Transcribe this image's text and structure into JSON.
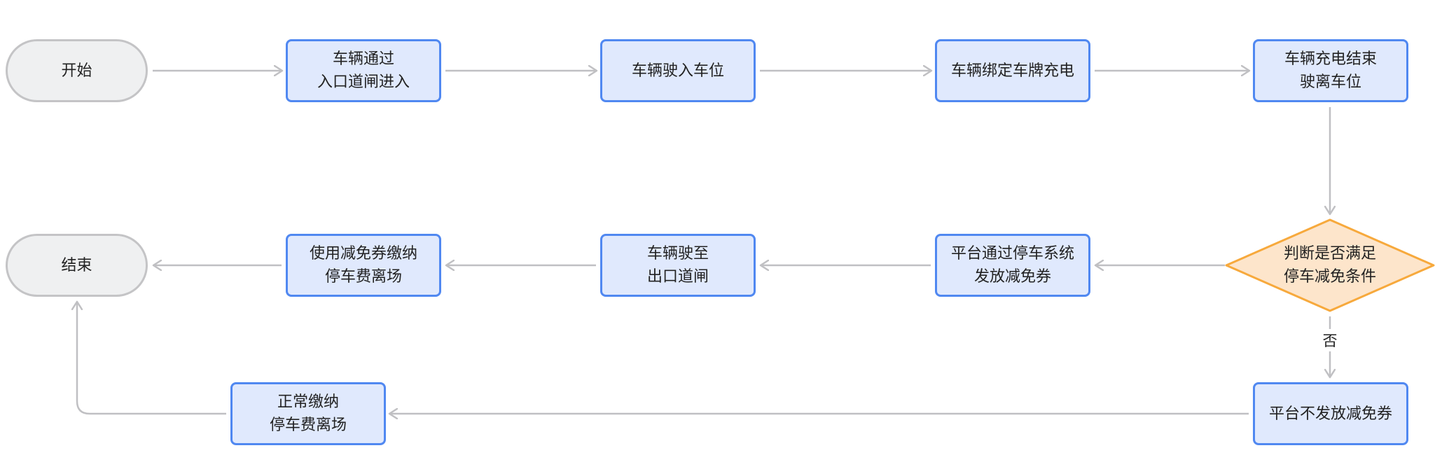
{
  "flowchart": {
    "start": "开始",
    "end": "结束",
    "steps": {
      "enter_gate": "车辆通过\n入口道闸进入",
      "park": "车辆驶入车位",
      "bind_plate": "车辆绑定车牌充电",
      "charge_done": "车辆充电结束\n驶离车位",
      "issue_coupon": "平台通过停车系统\n发放减免券",
      "to_exit": "车辆驶至\n出口道闸",
      "use_coupon": "使用减免券缴纳\n停车费离场",
      "no_coupon": "平台不发放减免券",
      "normal_pay": "正常缴纳\n停车费离场"
    },
    "decision": "判断是否满足\n停车减免条件",
    "no_label": "否"
  },
  "colors": {
    "process_fill": "#e0e9fd",
    "process_border": "#5088f1",
    "terminal_fill": "#eff0f1",
    "terminal_border": "#c4c4c6",
    "decision_fill": "#fde5cb",
    "decision_border": "#f7a93c",
    "connector": "#c0c0c3"
  }
}
